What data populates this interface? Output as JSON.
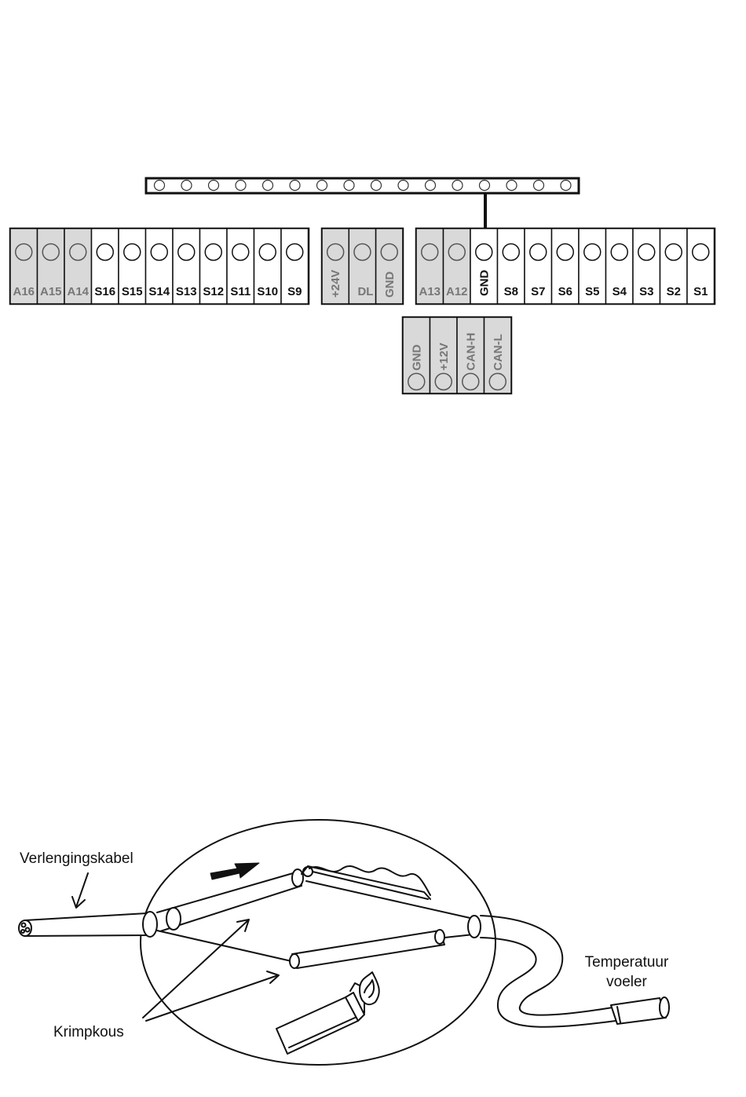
{
  "colors": {
    "grey_fill": "#d9d9d9",
    "grey_text": "#777777",
    "black": "#111111",
    "white": "#ffffff"
  },
  "connector_strip": {
    "hole_count": 16,
    "connected_hole": 13
  },
  "block_left": {
    "terminals": [
      {
        "label": "A16",
        "grey": true
      },
      {
        "label": "A15",
        "grey": true
      },
      {
        "label": "A14",
        "grey": true
      },
      {
        "label": "S16",
        "grey": false
      },
      {
        "label": "S15",
        "grey": false
      },
      {
        "label": "S14",
        "grey": false
      },
      {
        "label": "S13",
        "grey": false
      },
      {
        "label": "S12",
        "grey": false
      },
      {
        "label": "S11",
        "grey": false
      },
      {
        "label": "S10",
        "grey": false
      },
      {
        "label": "S9",
        "grey": false
      }
    ]
  },
  "block_mid": {
    "terminals": [
      {
        "label": "+24V",
        "grey": true
      },
      {
        "label": "DL",
        "grey": true
      },
      {
        "label": "GND",
        "grey": true
      }
    ]
  },
  "block_right": {
    "terminals": [
      {
        "label": "A13",
        "grey": true
      },
      {
        "label": "A12",
        "grey": true
      },
      {
        "label": "GND",
        "grey": false
      },
      {
        "label": "S8",
        "grey": false
      },
      {
        "label": "S7",
        "grey": false
      },
      {
        "label": "S6",
        "grey": false
      },
      {
        "label": "S5",
        "grey": false
      },
      {
        "label": "S4",
        "grey": false
      },
      {
        "label": "S3",
        "grey": false
      },
      {
        "label": "S2",
        "grey": false
      },
      {
        "label": "S1",
        "grey": false
      }
    ]
  },
  "block_can": {
    "terminals": [
      {
        "label": "GND",
        "grey": true
      },
      {
        "label": "+12V",
        "grey": true
      },
      {
        "label": "CAN-H",
        "grey": true
      },
      {
        "label": "CAN-L",
        "grey": true
      }
    ]
  },
  "illustration": {
    "label_extension_cable": "Verlengingskabel",
    "label_heat_shrink": "Krimpkous",
    "label_sensor_line1": "Temperatuur",
    "label_sensor_line2": "voeler"
  }
}
